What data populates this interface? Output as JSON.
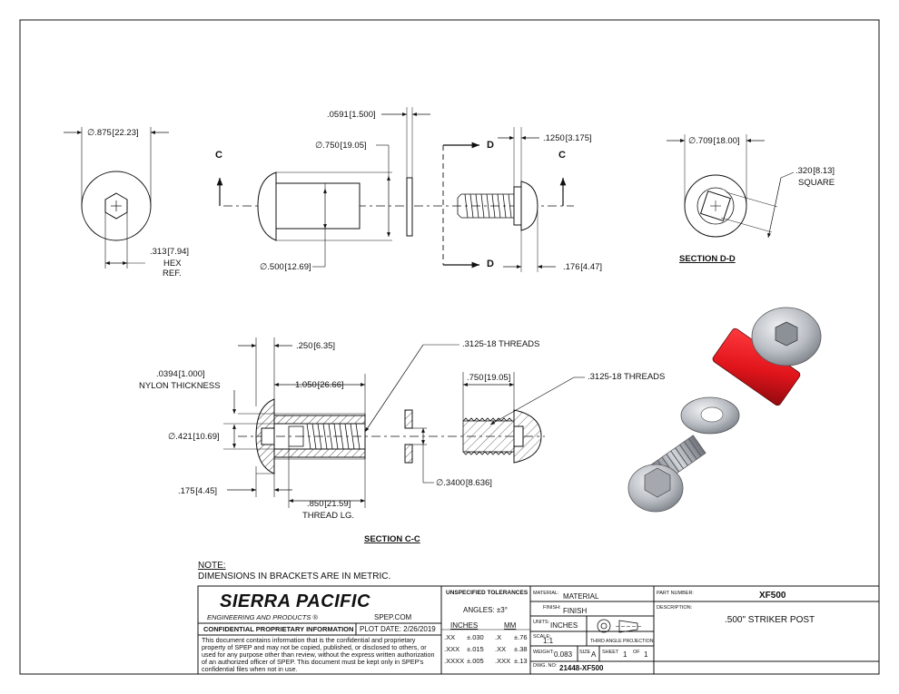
{
  "views": {
    "end_view": {
      "dia_top": "∅.875 [22.23]",
      "hex_size": ".313 [7.94]",
      "hex_label": "HEX",
      "ref_label": "REF."
    },
    "side_view": {
      "washer_thick": ".0591 [1.500]",
      "head_dia": "∅.750 [19.05]",
      "body_dia": "∅.500 [12.69]",
      "screw_head_thick": ".1250 [3.175]",
      "screw_head_len": ".176 [4.47]",
      "cut_c_left": "C",
      "cut_c_right": "C",
      "cut_d_top": "D",
      "cut_d_bottom": "D"
    },
    "section_dd": {
      "dia": "∅.709 [18.00]",
      "square_size": ".320 [8.13]",
      "square_label": "SQUARE",
      "title": "SECTION D-D"
    },
    "section_cc": {
      "head_thick": ".250 [6.35]",
      "nylon_val": ".0394 [1.000]",
      "nylon_label": "NYLON THICKNESS",
      "length": "1.050 [26.66]",
      "threads_1": ".3125-18 THREADS",
      "threads_2": ".3125-18 THREADS",
      "screw_len": ".750 [19.05]",
      "bore_dia": "∅.421 [10.69]",
      "head_h": ".175 [4.45]",
      "thread_len_val": ".850 [21.59]",
      "thread_len_label": "THREAD LG.",
      "washer_id": "∅.3400 [8.636]",
      "title": "SECTION C-C"
    }
  },
  "note": {
    "heading": "NOTE:",
    "text": "DIMENSIONS IN BRACKETS ARE IN METRIC."
  },
  "title_block": {
    "company": "SIERRA PACIFIC",
    "company_sub": "ENGINEERING AND PRODUCTS",
    "registered": "®",
    "website": "SPEP.COM",
    "confidential_heading": "CONFIDENTIAL PROPRIETARY INFORMATION",
    "plot_date": "PLOT DATE:  2/26/2019",
    "disclaimer": "This document contains information that is the confidential and proprietary property of SPEP and may not be copied, published, or disclosed to others, or used for any purpose  other than review, without the express written authorization of an authorized officer of SPEP. This document must be kept only in SPEP's confidential files when not in use.",
    "tolerances_heading": "UNSPECIFIED TOLERANCES",
    "angles": "ANGLES: ±3°",
    "inches_heading": "INCHES",
    "mm_heading": "MM",
    "tol_rows": [
      {
        "in_fmt": ".XX",
        "in_tol": "±.030",
        "mm_fmt": ".X",
        "mm_tol": "±.76"
      },
      {
        "in_fmt": ".XXX",
        "in_tol": "±.015",
        "mm_fmt": ".XX",
        "mm_tol": "±.38"
      },
      {
        "in_fmt": ".XXXX",
        "in_tol": "±.005",
        "mm_fmt": ".XXX",
        "mm_tol": "±.13"
      }
    ],
    "material_label": "MATERIAL:",
    "material_value": "MATERIAL",
    "finish_label": "FINISH:",
    "finish_value": "FINISH",
    "units_label": "UNITS:",
    "units_value": "INCHES",
    "scale_label": "SCALE:",
    "scale_value": "1:1",
    "projection": "THIRD ANGLE PROJECTION",
    "weight_label": "WEIGHT:",
    "weight_value": "0.083",
    "size_label": "SIZE",
    "size_value": "A",
    "sheet_label": "SHEET",
    "sheet_value": "1",
    "of_label": "OF",
    "sheet_total": "1",
    "dwg_label": "DWG. NO:",
    "dwg_value": "21448-XF500",
    "part_label": "PART NUMBER:",
    "part_value": "XF500",
    "desc_label": "DESCRIPTION:",
    "desc_value": ".500\" STRIKER POST"
  },
  "colors": {
    "line": "#111111",
    "post_red": "#e0141b",
    "steel": "#b8bcc2"
  }
}
